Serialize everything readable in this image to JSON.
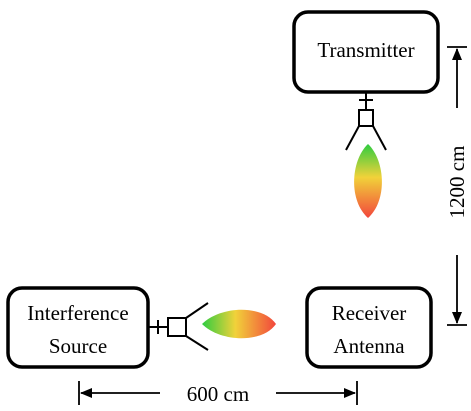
{
  "boxes": {
    "transmitter": {
      "label": "Transmitter"
    },
    "receiver": {
      "line1": "Receiver",
      "line2": "Antenna"
    },
    "interference": {
      "line1": "Interference",
      "line2": "Source"
    }
  },
  "dimensions": {
    "vertical": "1200 cm",
    "horizontal": "600 cm"
  },
  "beam_colors": {
    "near_antenna": "#2ecc40",
    "middle": "#f1d23a",
    "far_tip": "#f2463c"
  }
}
